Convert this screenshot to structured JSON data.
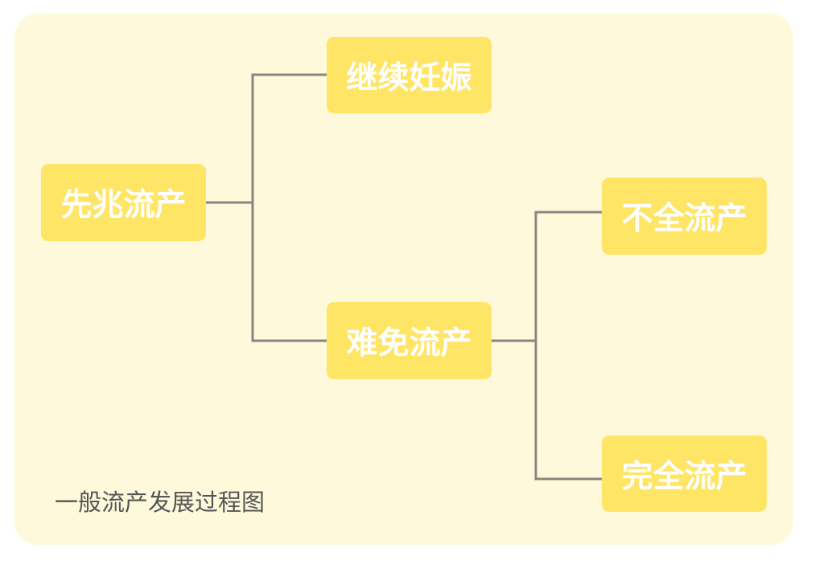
{
  "diagram": {
    "caption": "一般流产发展过程图",
    "nodes": {
      "root": "先兆流产",
      "continue": "继续妊娠",
      "inevitable": "难免流产",
      "incomplete": "不全流产",
      "complete": "完全流产"
    },
    "edges": [
      {
        "from": "root",
        "to": "continue"
      },
      {
        "from": "root",
        "to": "inevitable"
      },
      {
        "from": "inevitable",
        "to": "incomplete"
      },
      {
        "from": "inevitable",
        "to": "complete"
      }
    ]
  },
  "colors": {
    "panel": "#fff9dc",
    "node": "#ffe566",
    "node_text": "#ffffff",
    "connector": "#8a8580",
    "caption": "#555555"
  }
}
